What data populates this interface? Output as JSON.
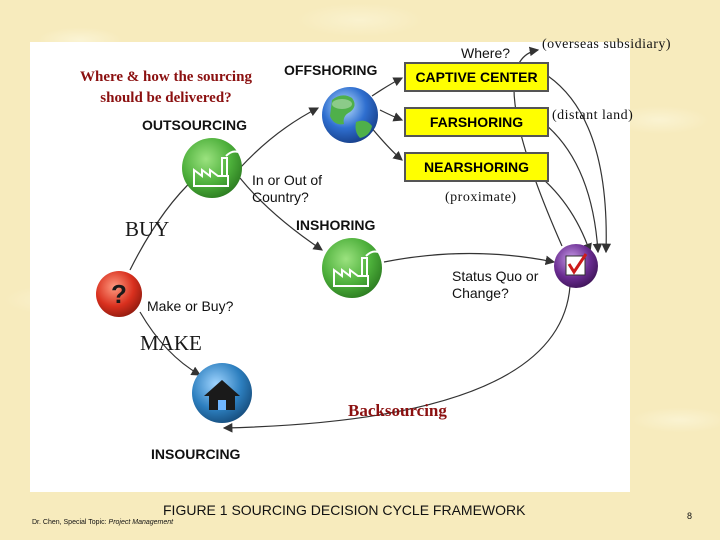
{
  "diagram": {
    "where_label": "Where?",
    "offshoring_label": "OFFSHORING",
    "outsourcing_label": "OUTSOURCING",
    "insourcing_label": "INSOURCING",
    "inshoring_label": "INSHORING",
    "in_or_out_label": [
      "In or Out of",
      "Country?"
    ],
    "make_or_buy_label": "Make or Buy?",
    "status_quo_label": [
      "Status Quo or",
      "Change?"
    ],
    "boxes": {
      "captive_center": "CAPTIVE CENTER",
      "farshoring": "FARSHORING",
      "nearshoring": "NEARSHORING"
    },
    "icons": {
      "globe": "globe-icon",
      "factory_outsourcing": "factory-icon",
      "factory_inshoring": "factory-icon",
      "question": "question-icon",
      "house": "house-icon",
      "checkbox": "checkbox-icon"
    }
  },
  "annotations": {
    "where_how": [
      "Where & how the sourcing",
      "should be delivered?"
    ],
    "overseas_subsidiary": "(overseas subsidiary)",
    "distant_land": "(distant land)",
    "proximate": "(proximate)",
    "buy": "BUY",
    "make": "MAKE",
    "backsourcing": "Backsourcing"
  },
  "caption": "FIGURE 1 SOURCING DECISION CYCLE FRAMEWORK",
  "footer": {
    "author": "Dr. Chen,  Special Topic: ",
    "topic": "Project Management",
    "page_number": "8"
  },
  "colors": {
    "background": "#f7ebbd",
    "box_fill": "#ffff00",
    "factory_green": "#4caf3a",
    "question_red": "#d9301e",
    "house_blue": "#2d7fbf",
    "check_purple": "#6a2c91",
    "globe_blue": "#2f6fd0"
  }
}
